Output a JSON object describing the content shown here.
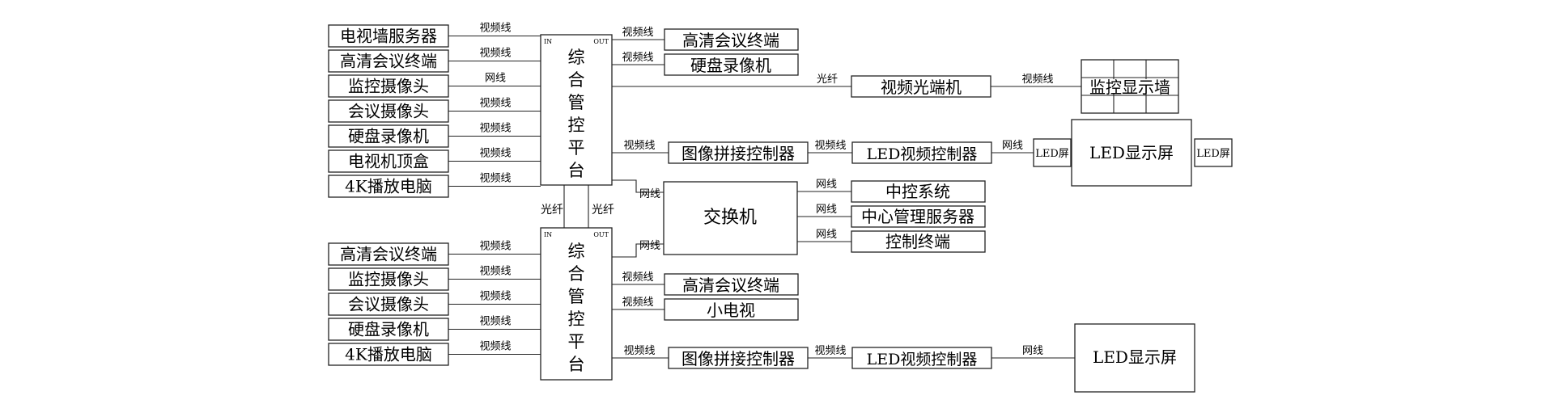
{
  "colors": {
    "line": "#222222",
    "background": "#ffffff",
    "text": "#000000"
  },
  "platform": {
    "label": [
      "综",
      "合",
      "管",
      "控",
      "平",
      "台"
    ],
    "in": "IN",
    "out": "OUT"
  },
  "links": {
    "video": "视频线",
    "network": "网线",
    "fiber": "光纤"
  },
  "top_inputs": [
    "电视墙服务器",
    "高清会议终端",
    "监控摄像头",
    "会议摄像头",
    "硬盘录像机",
    "电视机顶盒",
    "4K播放电脑"
  ],
  "top_input_links": [
    "视频线",
    "视频线",
    "网线",
    "视频线",
    "视频线",
    "视频线",
    "视频线"
  ],
  "bottom_inputs": [
    "高清会议终端",
    "监控摄像头",
    "会议摄像头",
    "硬盘录像机",
    "4K播放电脑"
  ],
  "bottom_input_links": [
    "视频线",
    "视频线",
    "视频线",
    "视频线",
    "视频线"
  ],
  "top_outputs": {
    "hd_terminal": "高清会议终端",
    "recorder": "硬盘录像机",
    "optical": "视频光端机",
    "monitor_wall": "监控显示墙",
    "splicer": "图像拼接控制器",
    "led_ctrl": "LED视频控制器",
    "led_small": "LED屏",
    "led_screen": "LED显示屏"
  },
  "switch": {
    "label": "交换机",
    "outputs": [
      "中控系统",
      "中心管理服务器",
      "控制终端"
    ]
  },
  "bottom_outputs": {
    "hd_terminal": "高清会议终端",
    "small_tv": "小电视",
    "splicer": "图像拼接控制器",
    "led_ctrl": "LED视频控制器",
    "led_screen": "LED显示屏"
  }
}
